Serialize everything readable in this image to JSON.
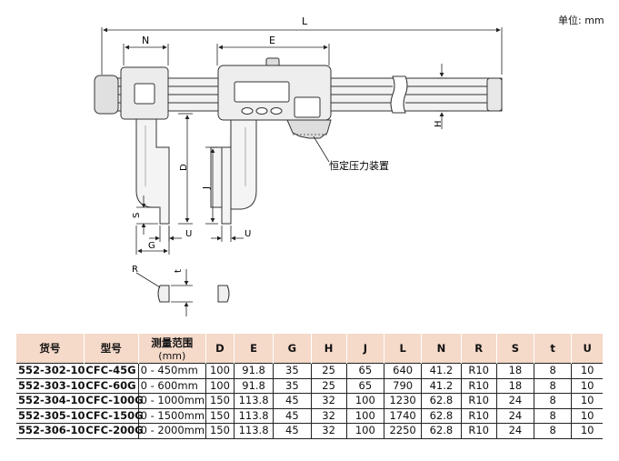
{
  "unit_label": "单位: mm",
  "drawing": {
    "labels": {
      "L": "L",
      "N": "N",
      "E": "E",
      "H": "H",
      "D": "D",
      "J": "J",
      "S": "S",
      "G": "G",
      "U1": "U",
      "U2": "U",
      "R": "R",
      "t": "t",
      "callout": "恒定压力装置"
    }
  },
  "table": {
    "headers": [
      "货号",
      "型号",
      "测量范围",
      "D",
      "E",
      "G",
      "H",
      "J",
      "L",
      "N",
      "R",
      "S",
      "t",
      "U"
    ],
    "range_unit": "(mm)",
    "rows": [
      [
        "552-302-10",
        "CFC-45G",
        "0 - 450mm",
        "100",
        "91.8",
        "35",
        "25",
        "65",
        "640",
        "41.2",
        "R10",
        "18",
        "8",
        "10"
      ],
      [
        "552-303-10",
        "CFC-60G",
        "0 - 600mm",
        "100",
        "91.8",
        "35",
        "25",
        "65",
        "790",
        "41.2",
        "R10",
        "18",
        "8",
        "10"
      ],
      [
        "552-304-10",
        "CFC-100G",
        "0 - 1000mm",
        "150",
        "113.8",
        "45",
        "32",
        "100",
        "1230",
        "62.8",
        "R10",
        "24",
        "8",
        "10"
      ],
      [
        "552-305-10",
        "CFC-150G",
        "0 - 1500mm",
        "150",
        "113.8",
        "45",
        "32",
        "100",
        "1740",
        "62.8",
        "R10",
        "24",
        "8",
        "10"
      ],
      [
        "552-306-10",
        "CFC-200G",
        "0 - 2000mm",
        "150",
        "113.8",
        "45",
        "32",
        "100",
        "2250",
        "62.8",
        "R10",
        "24",
        "8",
        "10"
      ]
    ]
  }
}
